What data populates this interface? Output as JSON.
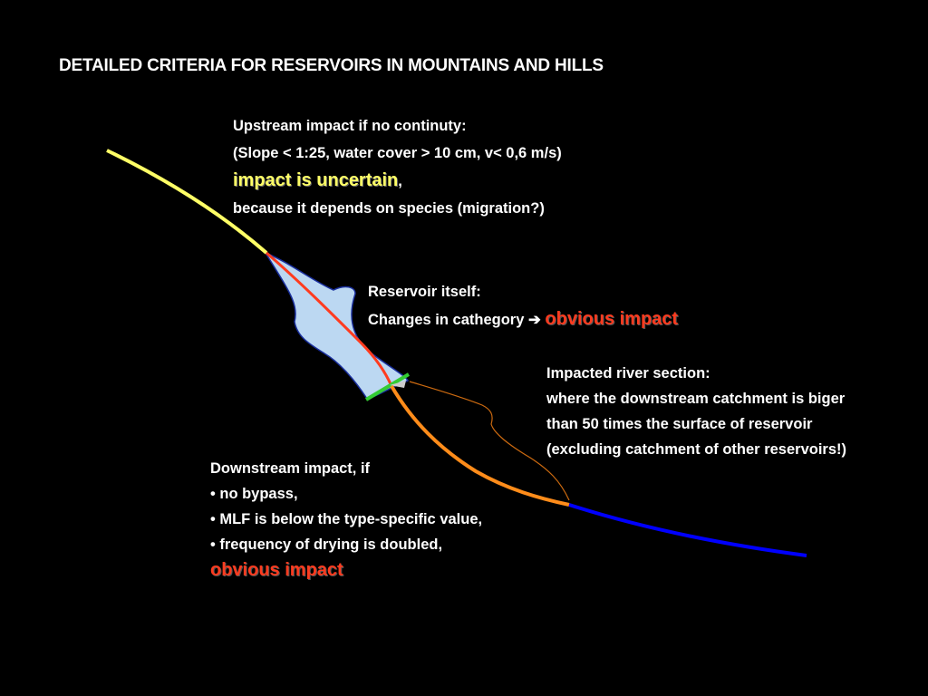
{
  "title": "DETAILED CRITERIA FOR RESERVOIRS IN MOUNTAINS AND HILLS",
  "upstream": {
    "line1": "Upstream impact if no continuty:",
    "line2": "(Slope < 1:25, water cover > 10 cm, v< 0,6 m/s)",
    "highlight": "impact is uncertain",
    "highlight_suffix": ",",
    "line4": "because it depends on species (migration?)"
  },
  "reservoir": {
    "line1": "Reservoir itself:",
    "line2": "Changes in cathegory ",
    "arrow": "➔",
    "highlight": "obvious impact"
  },
  "impacted_section": {
    "line1": "Impacted river section:",
    "line2": "where the downstream catchment is biger",
    "line3": "than 50 times the surface of reservoir",
    "line4": "(excluding catchment of other reservoirs!)"
  },
  "downstream": {
    "line1": "Downstream impact, if",
    "bullet1": "• no bypass,",
    "bullet2": "• MLF is below the type-specific value,",
    "bullet3": "• frequency of drying is doubled,",
    "highlight": "obvious impact"
  },
  "colors": {
    "background": "#000000",
    "upstream_river": "#ffff66",
    "reservoir_fill": "#bcd8f2",
    "reservoir_river": "#ff3b1f",
    "dam": "#33cc33",
    "impacted_river": "#ff8c1a",
    "downstream_river": "#0000ff",
    "brace": "#cc6a10"
  }
}
